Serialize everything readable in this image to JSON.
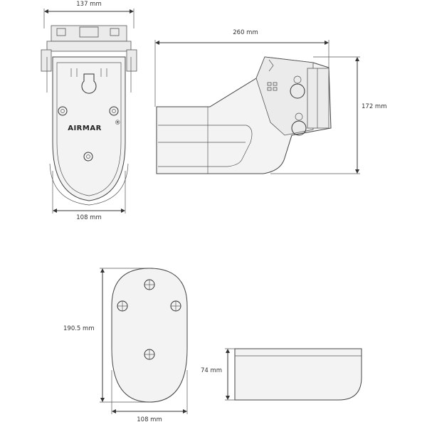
{
  "front_view": {
    "width_top": "137 mm",
    "width_bottom": "108 mm",
    "brand": "AIRMAR",
    "brand_mark": "®"
  },
  "side_view": {
    "length": "260 mm",
    "height": "172 mm"
  },
  "bottom_view": {
    "length": "190.5 mm",
    "width": "108 mm"
  },
  "profile_view": {
    "height": "74 mm"
  }
}
